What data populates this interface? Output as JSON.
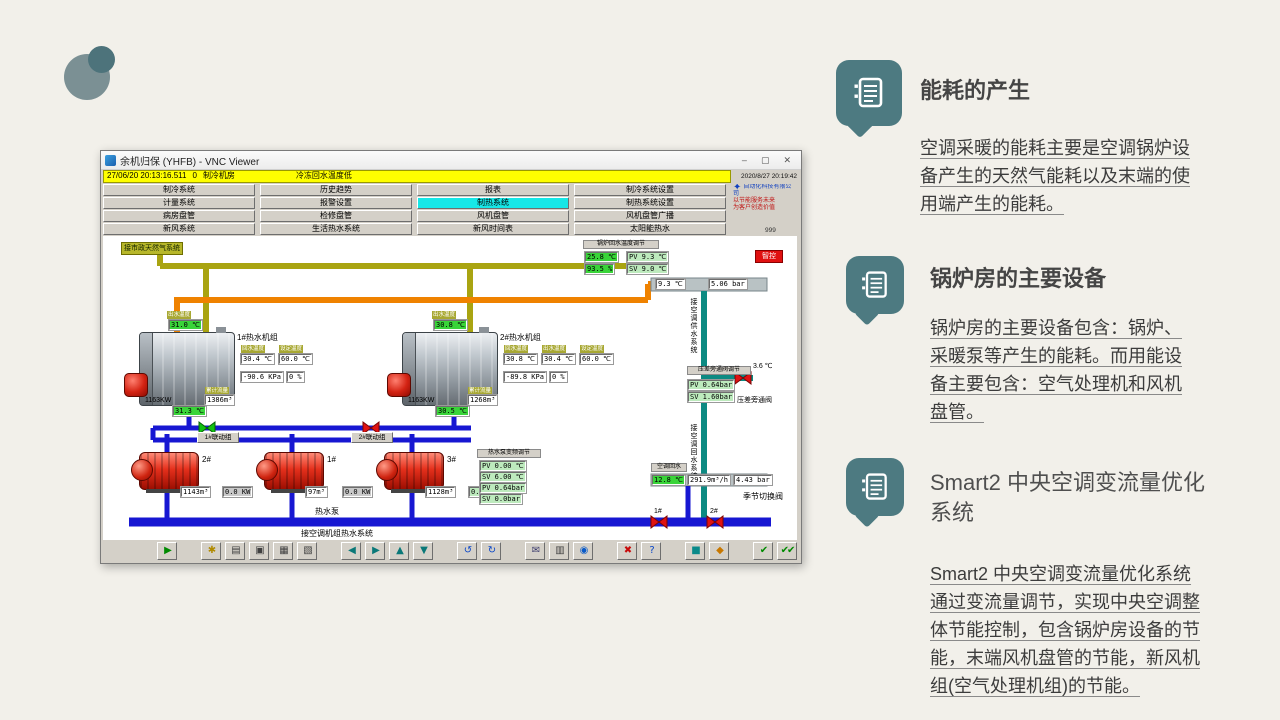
{
  "sections": [
    {
      "heading": "能耗的产生",
      "body": "空调采暖的能耗主要是空调锅炉设备产生的天然气能耗以及末端的使用端产生的能耗。"
    },
    {
      "heading": "锅炉房的主要设备",
      "body": "锅炉房的主要设备包含：锅炉、采暖泵等产生的能耗。而用能设备主要包含：空气处理机和风机盘管。"
    },
    {
      "heading": "Smart2 中央空调变流量优化系统",
      "body": "Smart2 中央空调变流量优化系统通过变流量调节，实现中央空调整体节能控制，包含锅炉房设备的节能，末端风机盘管的节能，新风机组(空气处理机组)的节能。"
    }
  ],
  "window": {
    "title": "余机归保 (YHFB) - VNC Viewer",
    "controls": {
      "min": "–",
      "max": "▢",
      "close": "✕"
    }
  },
  "scada": {
    "alarm": {
      "time": "27/06/20 20:13:16.511",
      "zone": "0",
      "area": "制冷机房",
      "msg": "冷冻回水温度低"
    },
    "datetime": "2020/8/27 20:19:42",
    "count": "999",
    "logo": {
      "mark": "✦",
      "l1": "自动化科技有限公司",
      "l2": "以节能服务未来",
      "l3": "为客户创造价值"
    },
    "menu": {
      "r1": [
        "制冷系统",
        "历史趋势",
        "报表",
        "制冷系统设置"
      ],
      "r2": [
        "计量系统",
        "报警设置",
        "制热系统",
        "制热系统设置"
      ],
      "r3": [
        "病房盘管",
        "检修盘管",
        "风机盘管",
        "风机盘管广播"
      ],
      "r4": [
        "新风系统",
        "生活热水系统",
        "新风时间表",
        "太阳能热水"
      ]
    },
    "labels": {
      "gas": "接市政天然气系统",
      "b1": "1#热水机组",
      "b2": "2#热水机组",
      "b1kw": "1163KW",
      "b2kw": "1163KW",
      "p1": "1#",
      "p2": "2#",
      "p3": "3#",
      "pumps": "热水泵",
      "bottom": "接空调机组热水系统",
      "season": "季节切换阀",
      "bypass": "压差旁通阀",
      "bypass_reg": "压差旁通阀调节",
      "boiler_reg": "锅炉回水温度调节",
      "vfd_reg": "热水泵变频调节",
      "supply_v": "接空调供水系统",
      "return_v": "接空调回水系统",
      "v1": "1#",
      "v2": "2#",
      "grp1": "1#联动组",
      "grp2": "2#联动组",
      "ahu_ret": "空调回水",
      "smart_btn": "智控"
    },
    "ml": {
      "ret": "回水温度",
      "set": "设定温度",
      "out": "出水温度",
      "flow": "累计流量"
    },
    "v": {
      "reg_t": "25.8 ℃",
      "reg_h": "93.5 %",
      "reg_pv": "PV 9.3 ℃",
      "reg_sv": "SV 9.0 ℃",
      "pipe_t": "9.3 ℃",
      "pipe_p": "5.06 bar",
      "b1_top": "31.0 ℃",
      "b1_t1": "30.4 ℃",
      "b1_t2": "60.0 ℃",
      "b1_pr": "-90.6 KPa",
      "b1_rate": "0 %",
      "b1_ret": "31.3 ℃",
      "b1_flow": "1386m³",
      "b2_top": "30.8 ℃",
      "b2_t1": "30.8 ℃",
      "b2_t2": "30.4 ℃",
      "b2_t3": "60.0 ℃",
      "b2_pr": "-89.8 KPa",
      "b2_rate": "0 %",
      "b2_ret": "30.5 ℃",
      "b2_flow": "1268m³",
      "p2_flow": "1143m³",
      "p2_kw": "0.0 KW",
      "p1_flow": "97m³",
      "p1_kw": "0.0 KW",
      "p3_flow": "1128m³",
      "p3_pr": "0.8bar",
      "vfd1": "PV 0.00 ℃",
      "vfd2": "SV 6.00 ℃",
      "vfd3": "PV 0.64bar",
      "vfd4": "SV 0.0bar",
      "byp_pv": "PV 0.64bar",
      "byp_sv": "SV 1.60bar",
      "byp_t": "3.6 ℃",
      "ret_t": "12.8 ℃",
      "ret_flow": "291.9m³/h",
      "ret_p": "4.43 bar"
    },
    "toolbar": [
      {
        "name": "run",
        "glyph": "▶",
        "color": "#008a00"
      },
      {
        "name": "key",
        "glyph": "✱",
        "color": "#b08a00"
      },
      {
        "name": "print",
        "glyph": "▤",
        "color": "#404040"
      },
      {
        "name": "window",
        "glyph": "▣",
        "color": "#404040"
      },
      {
        "name": "grid",
        "glyph": "▦",
        "color": "#404040"
      },
      {
        "name": "layers",
        "glyph": "▧",
        "color": "#404040"
      },
      {
        "name": "back",
        "glyph": "◀",
        "color": "#0a7878"
      },
      {
        "name": "forward",
        "glyph": "▶",
        "color": "#0a7878"
      },
      {
        "name": "up",
        "glyph": "▲",
        "color": "#0a7878"
      },
      {
        "name": "down",
        "glyph": "▼",
        "color": "#0a7878"
      },
      {
        "name": "undo",
        "glyph": "↺",
        "color": "#0a46c8"
      },
      {
        "name": "redo",
        "glyph": "↻",
        "color": "#0a46c8"
      },
      {
        "name": "mail",
        "glyph": "✉",
        "color": "#3c3c6e"
      },
      {
        "name": "report",
        "glyph": "▥",
        "color": "#404040"
      },
      {
        "name": "target",
        "glyph": "◉",
        "color": "#0a5ac8"
      },
      {
        "name": "close",
        "glyph": "✖",
        "color": "#c80a0a"
      },
      {
        "name": "help",
        "glyph": "?",
        "color": "#0a46c8"
      },
      {
        "name": "stop",
        "glyph": "■",
        "color": "#0a8a8a"
      },
      {
        "name": "tag",
        "glyph": "◆",
        "color": "#c87800"
      },
      {
        "name": "ok",
        "glyph": "✔",
        "color": "#008a00"
      },
      {
        "name": "ok-all",
        "glyph": "✔✔",
        "color": "#008a00"
      }
    ]
  }
}
